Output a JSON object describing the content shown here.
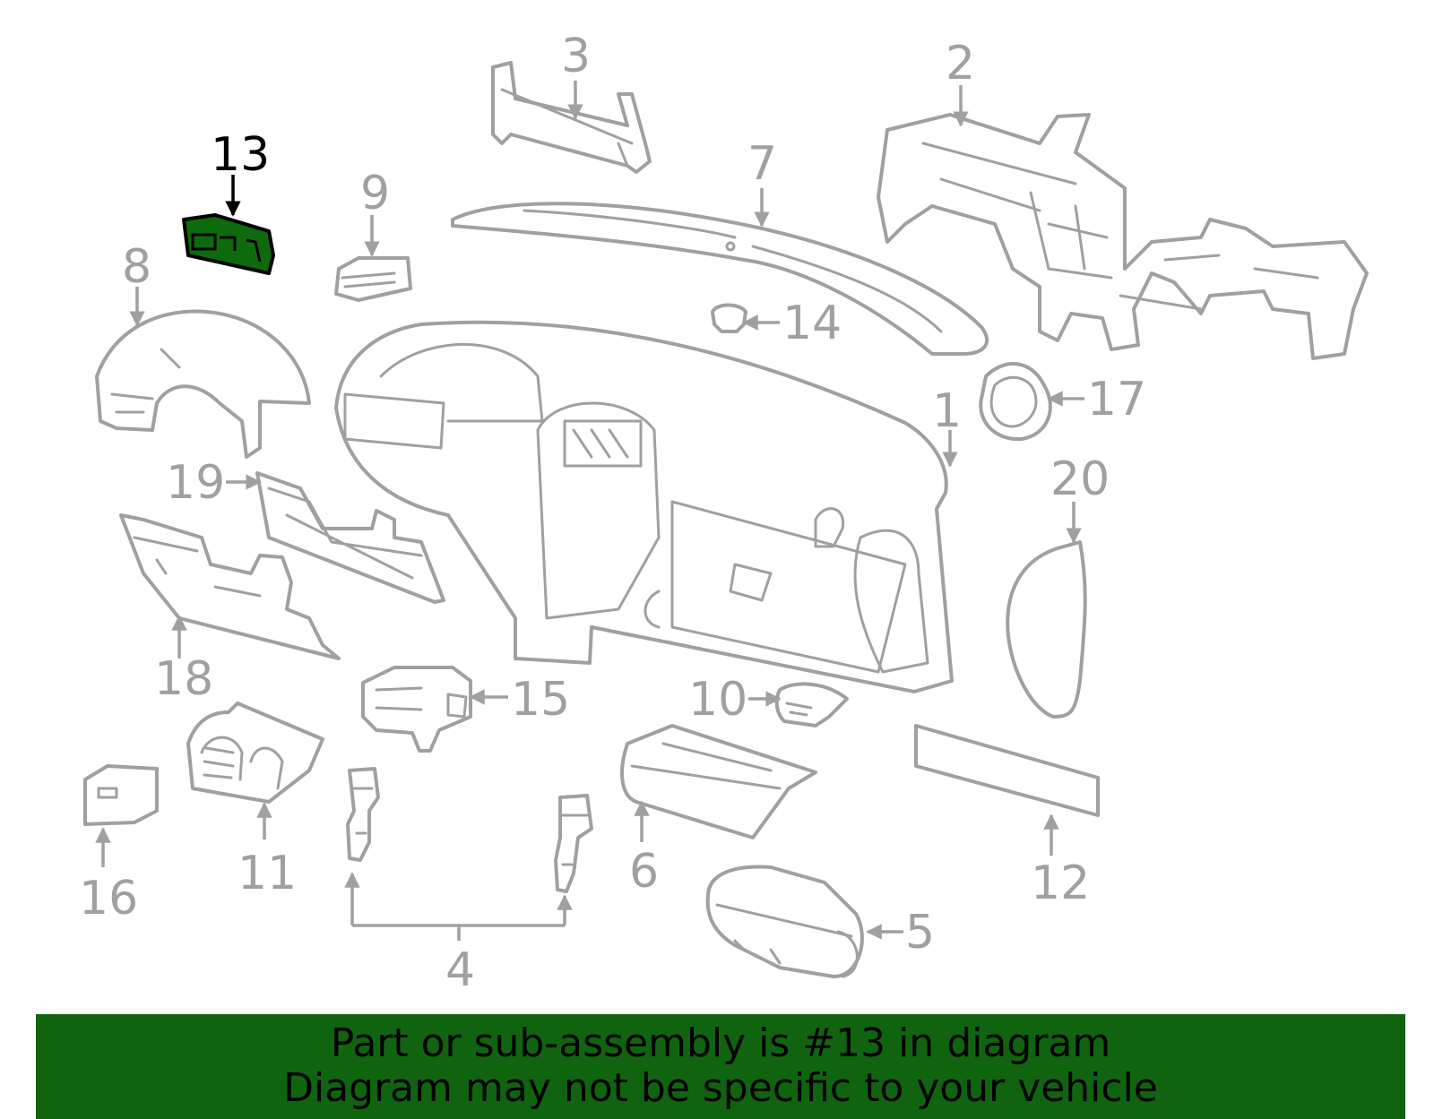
{
  "diagram": {
    "highlight_color": "#0d6b0d",
    "line_color": "#a0a0a0",
    "highlighted_part": "13",
    "labels": {
      "p1": "1",
      "p2": "2",
      "p3": "3",
      "p4": "4",
      "p5": "5",
      "p6": "6",
      "p7": "7",
      "p8": "8",
      "p9": "9",
      "p10": "10",
      "p11": "11",
      "p12": "12",
      "p13": "13",
      "p14": "14",
      "p15": "15",
      "p16": "16",
      "p17": "17",
      "p18": "18",
      "p19": "19",
      "p20": "20"
    }
  },
  "banner": {
    "line1": "Part or sub-assembly is #13 in diagram",
    "line2": "Diagram may not be specific to your vehicle",
    "color": "#106410"
  }
}
